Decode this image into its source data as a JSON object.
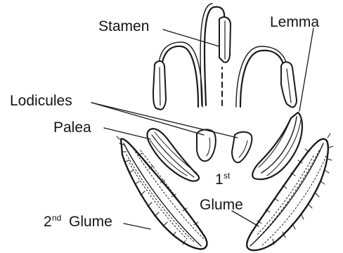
{
  "labels": {
    "stamen": "Stamen",
    "lemma": "Lemma",
    "lodicules": "Lodicules",
    "palea": "Palea",
    "first_glume_num": "1",
    "first_glume_sup": "st",
    "first_glume_word": "Glume",
    "second_glume_num": "2",
    "second_glume_sup": "nd",
    "second_glume_word": "Glume"
  },
  "colors": {
    "ink": "#1a1a1a",
    "background": "#ffffff"
  }
}
